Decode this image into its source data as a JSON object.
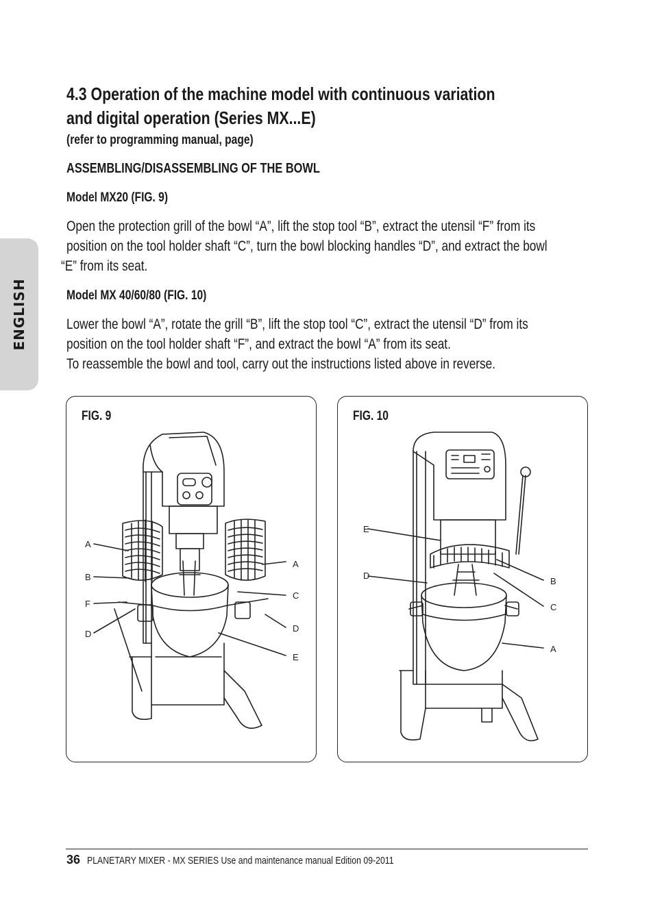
{
  "side_tab": "ENGLISH",
  "heading": {
    "line1": "4.3  Operation of the machine model with continuous variation",
    "line2": "and digital operation (Series MX...E)",
    "sub": "(refer to programming manual, page)"
  },
  "section_title": "ASSEMBLING/DISASSEMBLING OF THE BOWL",
  "mx20": {
    "title": "Model MX20 (FIG. 9)",
    "lines": [
      "Open the protection grill of the bowl “A”, lift the stop tool “B”, extract the utensil “F” from its",
      "position on the tool holder shaft “C”, turn the bowl blocking handles “D”, and extract the bowl",
      "“E” from its seat."
    ]
  },
  "mx40": {
    "title": "Model MX 40/60/80 (FIG. 10)",
    "lines": [
      "Lower the bowl “A”, rotate the grill “B”, lift the stop tool “C”, extract the utensil “D” from its",
      "position on the tool holder shaft “F”, and extract the bowl “A” from its seat.",
      "To reassemble the bowl and tool, carry out the instructions listed above in reverse."
    ]
  },
  "fig9": {
    "title": "FIG. 9",
    "labels": {
      "a_left": "A",
      "b": "B",
      "f": "F",
      "d_left": "D",
      "a_right": "A",
      "c": "C",
      "d_right": "D",
      "e": "E"
    }
  },
  "fig10": {
    "title": "FIG. 10",
    "labels": {
      "e": "E",
      "d": "D",
      "b": "B",
      "c": "C",
      "a": "A"
    }
  },
  "footer": {
    "page_number": "36",
    "text": "PLANETARY MIXER - MX SERIES   Use and maintenance manual   Edition 09-2011"
  }
}
